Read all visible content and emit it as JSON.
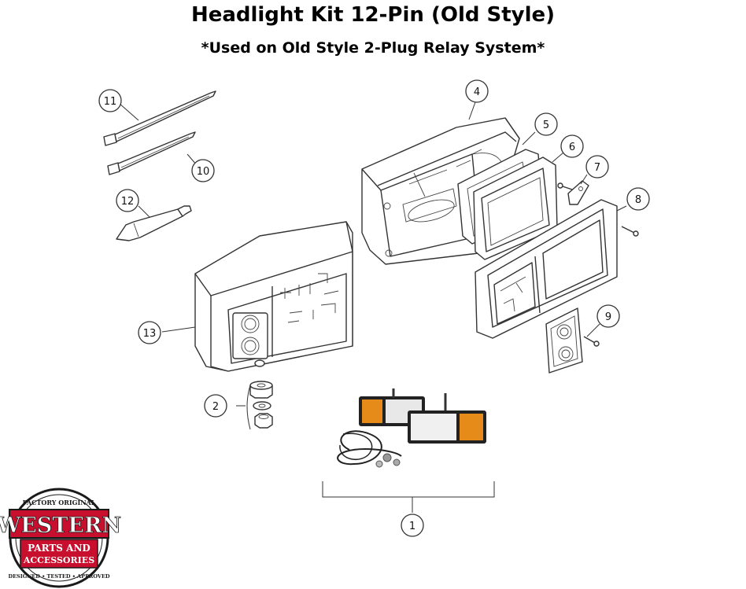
{
  "title": "Headlight Kit 12-Pin (Old Style)",
  "subtitle": "*Used on Old Style 2-Plug Relay System*",
  "callouts": [
    {
      "label": "1"
    },
    {
      "label": "2"
    },
    {
      "label": "4"
    },
    {
      "label": "5"
    },
    {
      "label": "6"
    },
    {
      "label": "7"
    },
    {
      "label": "8"
    },
    {
      "label": "9"
    },
    {
      "label": "10"
    },
    {
      "label": "11"
    },
    {
      "label": "12"
    },
    {
      "label": "13"
    }
  ],
  "logo": {
    "top_text": "FACTORY ORIGINAL",
    "brand": "WESTERN",
    "line1": "PARTS AND",
    "line2": "ACCESSORIES",
    "bottom_text": "DESIGNED • TESTED • APPROVED",
    "colors": {
      "red": "#c8102e",
      "dark": "#1a1a1a"
    }
  }
}
